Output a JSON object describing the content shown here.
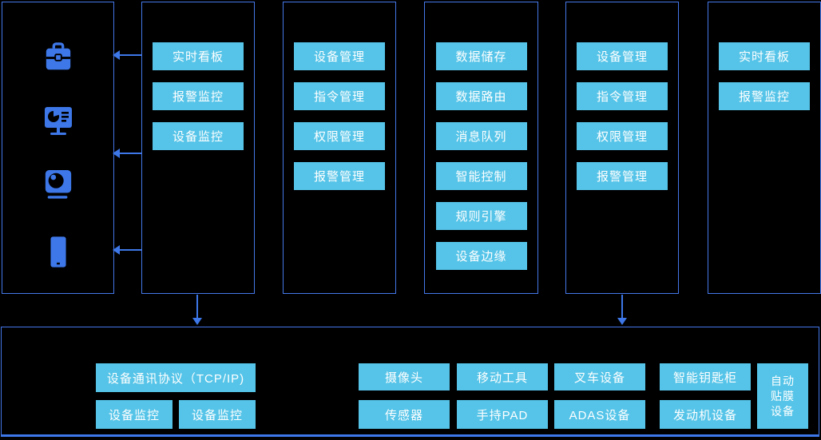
{
  "colors": {
    "background": "#000000",
    "panel_border": "#4478E8",
    "accent_blue": "#3D77E8",
    "chip_fill": "#55C4E8",
    "chip_text": "#FFFFFF"
  },
  "panels": {
    "terminal": {
      "icons": [
        "briefcase-icon",
        "monitor-chart-icon",
        "camera-icon",
        "smartphone-icon"
      ]
    },
    "monitorApp": {
      "buttons": [
        "实时看板",
        "报警监控",
        "设备监控"
      ]
    },
    "manageLeft": {
      "buttons": [
        "设备管理",
        "指令管理",
        "权限管理",
        "报警管理"
      ]
    },
    "platformCore": {
      "buttons": [
        "数据储存",
        "数据路由",
        "消息队列",
        "智能控制",
        "规则引擎",
        "设备边缘"
      ]
    },
    "manageRight": {
      "buttons": [
        "设备管理",
        "指令管理",
        "权限管理",
        "报警管理"
      ]
    },
    "dashboard": {
      "buttons": [
        "实时看板",
        "报警监控"
      ]
    }
  },
  "bottom": {
    "protocol": "设备通讯协议（TCP/IP)",
    "monitors": [
      "设备监控",
      "设备监控"
    ],
    "devicesRow1": [
      "摄像头",
      "移动工具",
      "叉车设备",
      "智能钥匙柜"
    ],
    "devicesRow2": [
      "传感器",
      "手持PAD",
      "ADAS设备",
      "发动机设备"
    ],
    "tallDevice": [
      "自动",
      "贴膜",
      "设备"
    ]
  }
}
